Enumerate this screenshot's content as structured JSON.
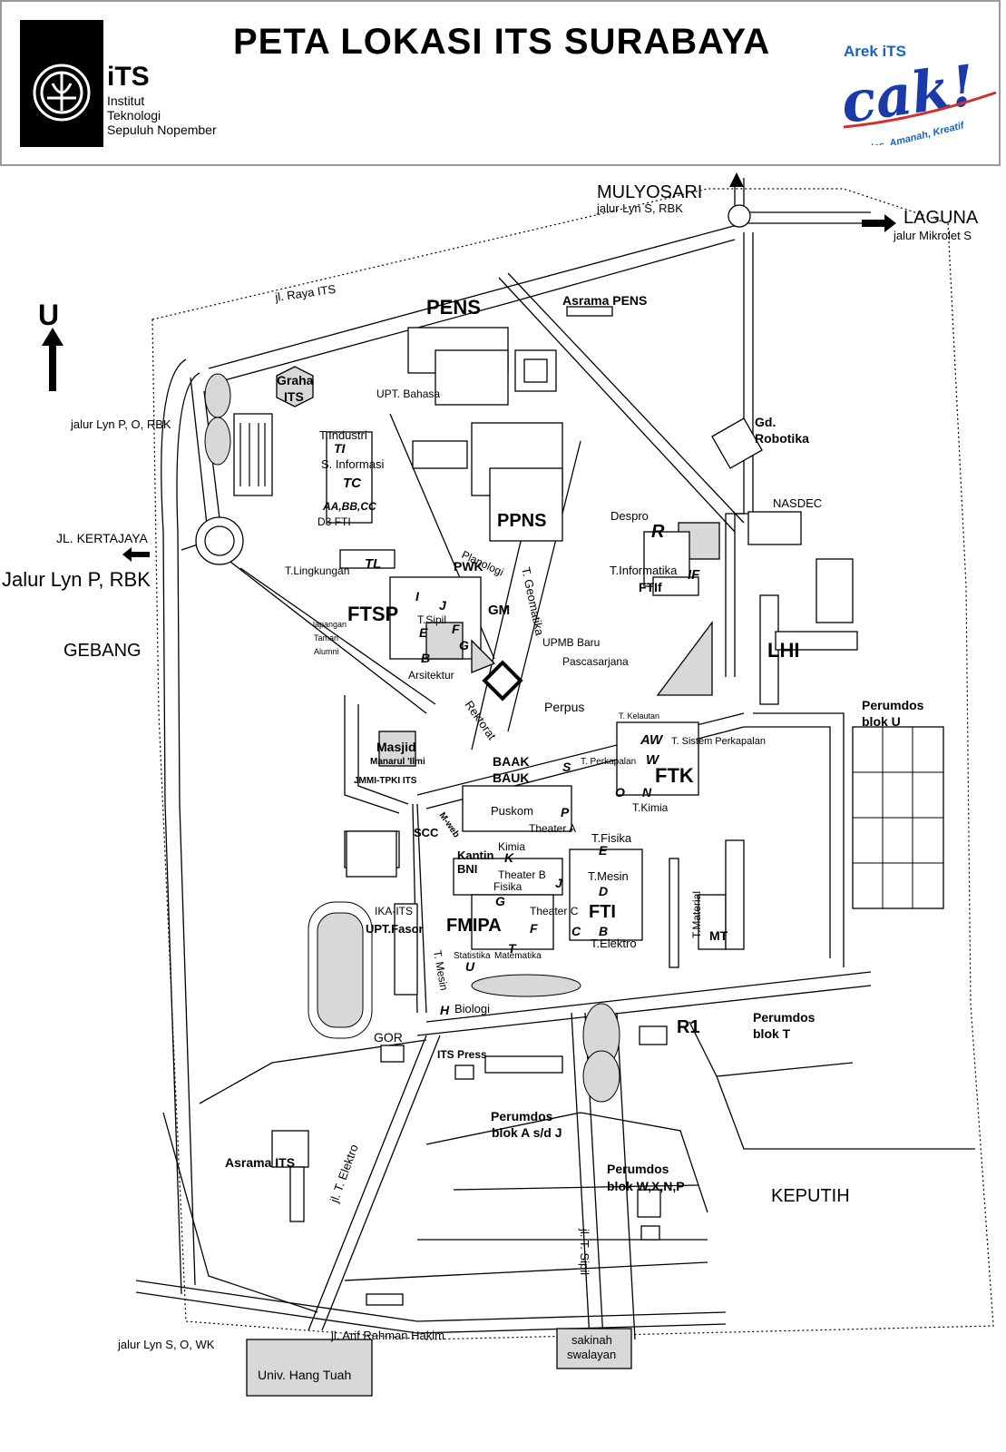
{
  "header": {
    "title": "PETA LOKASI ITS SURABAYA",
    "logo": {
      "brand": "iTS",
      "line1": "Institut",
      "line2": "Teknologi",
      "line3": "Sepuluh Nopember"
    },
    "slogan": {
      "top": "Arek iTS",
      "main": "cak!",
      "tagline": "Cerdas, Amanah, Kreatif"
    }
  },
  "compass": {
    "letter": "U"
  },
  "directions": {
    "mulyosari": "MULYOSARI",
    "mulyosari_sub": "jalur Lyn S, RBK",
    "laguna": "LAGUNA",
    "laguna_sub": "jalur Mikrolet S",
    "kertajaya": "JL. KERTAJAYA",
    "kertajaya_sub": "Jalur Lyn P, RBK",
    "west_route": "jalur Lyn P, O, RBK",
    "south_route": "jalur Lyn S, O, WK"
  },
  "areas": {
    "gebang": "GEBANG",
    "keputih": "KEPUTIH"
  },
  "roads": {
    "raya_its": "jl. Raya ITS",
    "arif": "jl. Arif Rahman Hakim",
    "elektro": "jl. T. Elektro",
    "sipil": "jl. T. Sipil",
    "geomatika": "T. Geomatika",
    "mesin": "T. Mesin",
    "rektorat": "Rektorat"
  },
  "labels": {
    "pens": "PENS",
    "asrama_pens": "Asrama PENS",
    "graha1": "Graha",
    "graha2": "ITS",
    "upt_bahasa": "UPT. Bahasa",
    "t_industri": "T.Industri",
    "ti": "TI",
    "s_informasi": "S. Informasi",
    "tc": "TC",
    "aabbcc": "AA,BB,CC",
    "d3fti": "D3 FTI",
    "ppns": "PPNS",
    "gd1": "Gd.",
    "gd2": "Robotika",
    "nasdec": "NASDEC",
    "despro": "Despro",
    "r": "R",
    "t_informatika": "T.Informatika",
    "if": "IF",
    "ftif": "FTIf",
    "planologi": "Planologi",
    "pwk": "PWK",
    "t_lingkungan": "T.Lingkungan",
    "tl": "TL",
    "ftsp": "FTSP",
    "i": "I",
    "j1": "J",
    "t_sipil": "T.Sipil",
    "e1": "E",
    "f1": "F",
    "g1": "G",
    "b1": "B",
    "lap1": "lapangan",
    "lap2": "Taman",
    "lap3": "Alumni",
    "arsitektur": "Arsitektur",
    "gm": "GM",
    "upmb": "UPMB Baru",
    "pascasarjana": "Pascasarjana",
    "lhi": "LHI",
    "perumdos_u1": "Perumdos",
    "perumdos_u2": "blok U",
    "perpus": "Perpus",
    "t_kelautan": "T. Kelautan",
    "aw": "AW",
    "sistem_perkapalan": "T. Sistem Perkapalan",
    "w": "W",
    "t_perkapalan": "T. Perkapalan",
    "ftk": "FTK",
    "o": "O",
    "n": "N",
    "t_kimia": "T.Kimia",
    "masjid1": "Masjid",
    "masjid2": "Manarul 'Ilmi",
    "jmmi": "JMMI-TPKI ITS",
    "baak": "BAAK",
    "bauk": "BAUK",
    "s": "S",
    "puskom": "Puskom",
    "p": "P",
    "theater_a": "Theater A",
    "scc": "SCC",
    "mweb": "M-web",
    "kimia": "Kimia",
    "k": "K",
    "kantin1": "Kantin",
    "kantin2": "BNI",
    "t_fisika": "T.Fisika",
    "e2": "E",
    "theater_b": "Theater B",
    "fisika": "Fisika",
    "j2": "J",
    "t_mesin": "T.Mesin",
    "d": "D",
    "g2": "G",
    "ika": "IKA-ITS",
    "upt_fasor": "UPT.Fasor",
    "fmipa": "FMIPA",
    "theater_c": "Theater C",
    "fti": "FTI",
    "f2": "F",
    "c": "C",
    "b2": "B",
    "t_elektro": "T.Elektro",
    "t_material": "T.Material",
    "mt": "MT",
    "statistika": "Statistika",
    "matematika": "Matematika",
    "t2": "T",
    "u": "U",
    "h": "H",
    "biologi": "Biologi",
    "gor": "GOR",
    "its_press": "ITS Press",
    "r1": "R1",
    "perumdos_t1": "Perumdos",
    "perumdos_t2": "blok T",
    "perumdos_aj1": "Perumdos",
    "perumdos_aj2": "blok A s/d J",
    "asrama_its": "Asrama ITS",
    "perumdos_w1": "Perumdos",
    "perumdos_w2": "blok W,X,N,P",
    "sakinah1": "sakinah",
    "sakinah2": "swalayan",
    "hang_tuah": "Univ. Hang Tuah"
  }
}
